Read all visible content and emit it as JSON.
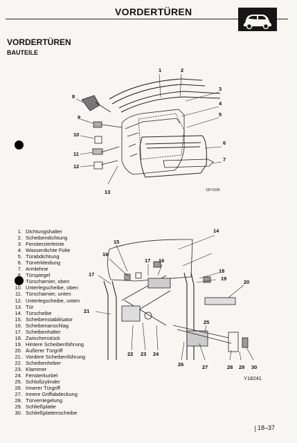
{
  "header": {
    "title": "VORDERTÜREN",
    "icon": "car-icon"
  },
  "section": {
    "title": "VORDERTÜREN",
    "subtitle": "BAUTEILE"
  },
  "figure_top": {
    "callouts": [
      "1",
      "2",
      "3",
      "4",
      "5",
      "6",
      "7",
      "8",
      "9",
      "10",
      "11",
      "12",
      "13"
    ],
    "code": "1BY1595"
  },
  "figure_bottom": {
    "callouts": [
      "14",
      "15",
      "16",
      "17",
      "17",
      "16",
      "18",
      "19",
      "20",
      "21",
      "22",
      "23",
      "24",
      "25",
      "26",
      "27",
      "28",
      "29",
      "30"
    ],
    "code": "Y18241"
  },
  "parts": [
    {
      "num": "1.",
      "label": "Dichtungshalter"
    },
    {
      "num": "2.",
      "label": "Scheibendichtung"
    },
    {
      "num": "3.",
      "label": "Fensterzierleiste"
    },
    {
      "num": "4.",
      "label": "Wasserdichte Folie"
    },
    {
      "num": "5.",
      "label": "Türabdichtung"
    },
    {
      "num": "6.",
      "label": "Türverkleidung"
    },
    {
      "num": "7.",
      "label": "Armlehne"
    },
    {
      "num": "8.",
      "label": "Türspiegel"
    },
    {
      "num": "9.",
      "label": "Türscharnier, oben"
    },
    {
      "num": "10.",
      "label": "Unterlegscheibe, oben"
    },
    {
      "num": "11.",
      "label": "Türscharnier, unten"
    },
    {
      "num": "12.",
      "label": "Unterlegscheibe, unten"
    },
    {
      "num": "13.",
      "label": "Tür"
    },
    {
      "num": "14.",
      "label": "Türscheibe"
    },
    {
      "num": "15.",
      "label": "Scheibenstabilisator"
    },
    {
      "num": "16.",
      "label": "Scheibenanschlag"
    },
    {
      "num": "17.",
      "label": "Scheibenhalter"
    },
    {
      "num": "18.",
      "label": "Zwischenstück"
    },
    {
      "num": "19.",
      "label": "Hintere Scheibenführung"
    },
    {
      "num": "20.",
      "label": "Äußerer Türgriff"
    },
    {
      "num": "21.",
      "label": "Vordere Scheibenführung"
    },
    {
      "num": "22.",
      "label": "Scheibenheber"
    },
    {
      "num": "23.",
      "label": "Klammer"
    },
    {
      "num": "24.",
      "label": "Fensterkurbel"
    },
    {
      "num": "25.",
      "label": "Schloßzylinder"
    },
    {
      "num": "26.",
      "label": "Innerer Türgriff"
    },
    {
      "num": "27.",
      "label": "Innere Griffabdeckung"
    },
    {
      "num": "28.",
      "label": "Türverriegelung"
    },
    {
      "num": "29.",
      "label": "Schließplatte"
    },
    {
      "num": "30.",
      "label": "Schließplattenscheibe"
    }
  ],
  "footer": {
    "page_number": "18–37"
  }
}
